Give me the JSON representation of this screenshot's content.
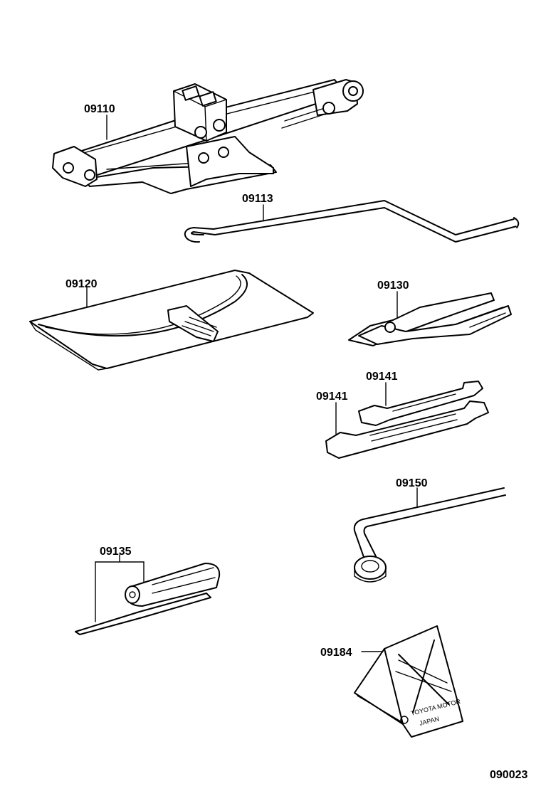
{
  "diagram_code": "090023",
  "parts": [
    {
      "part_no": "09110"
    },
    {
      "part_no": "09113"
    },
    {
      "part_no": "09120"
    },
    {
      "part_no": "09130"
    },
    {
      "part_no": "09141"
    },
    {
      "part_no": "09141"
    },
    {
      "part_no": "09150"
    },
    {
      "part_no": "09135"
    },
    {
      "part_no": "09184"
    }
  ],
  "chock_marking": {
    "line1": "TOYOTA MOTOR",
    "line2": "JAPAN"
  }
}
